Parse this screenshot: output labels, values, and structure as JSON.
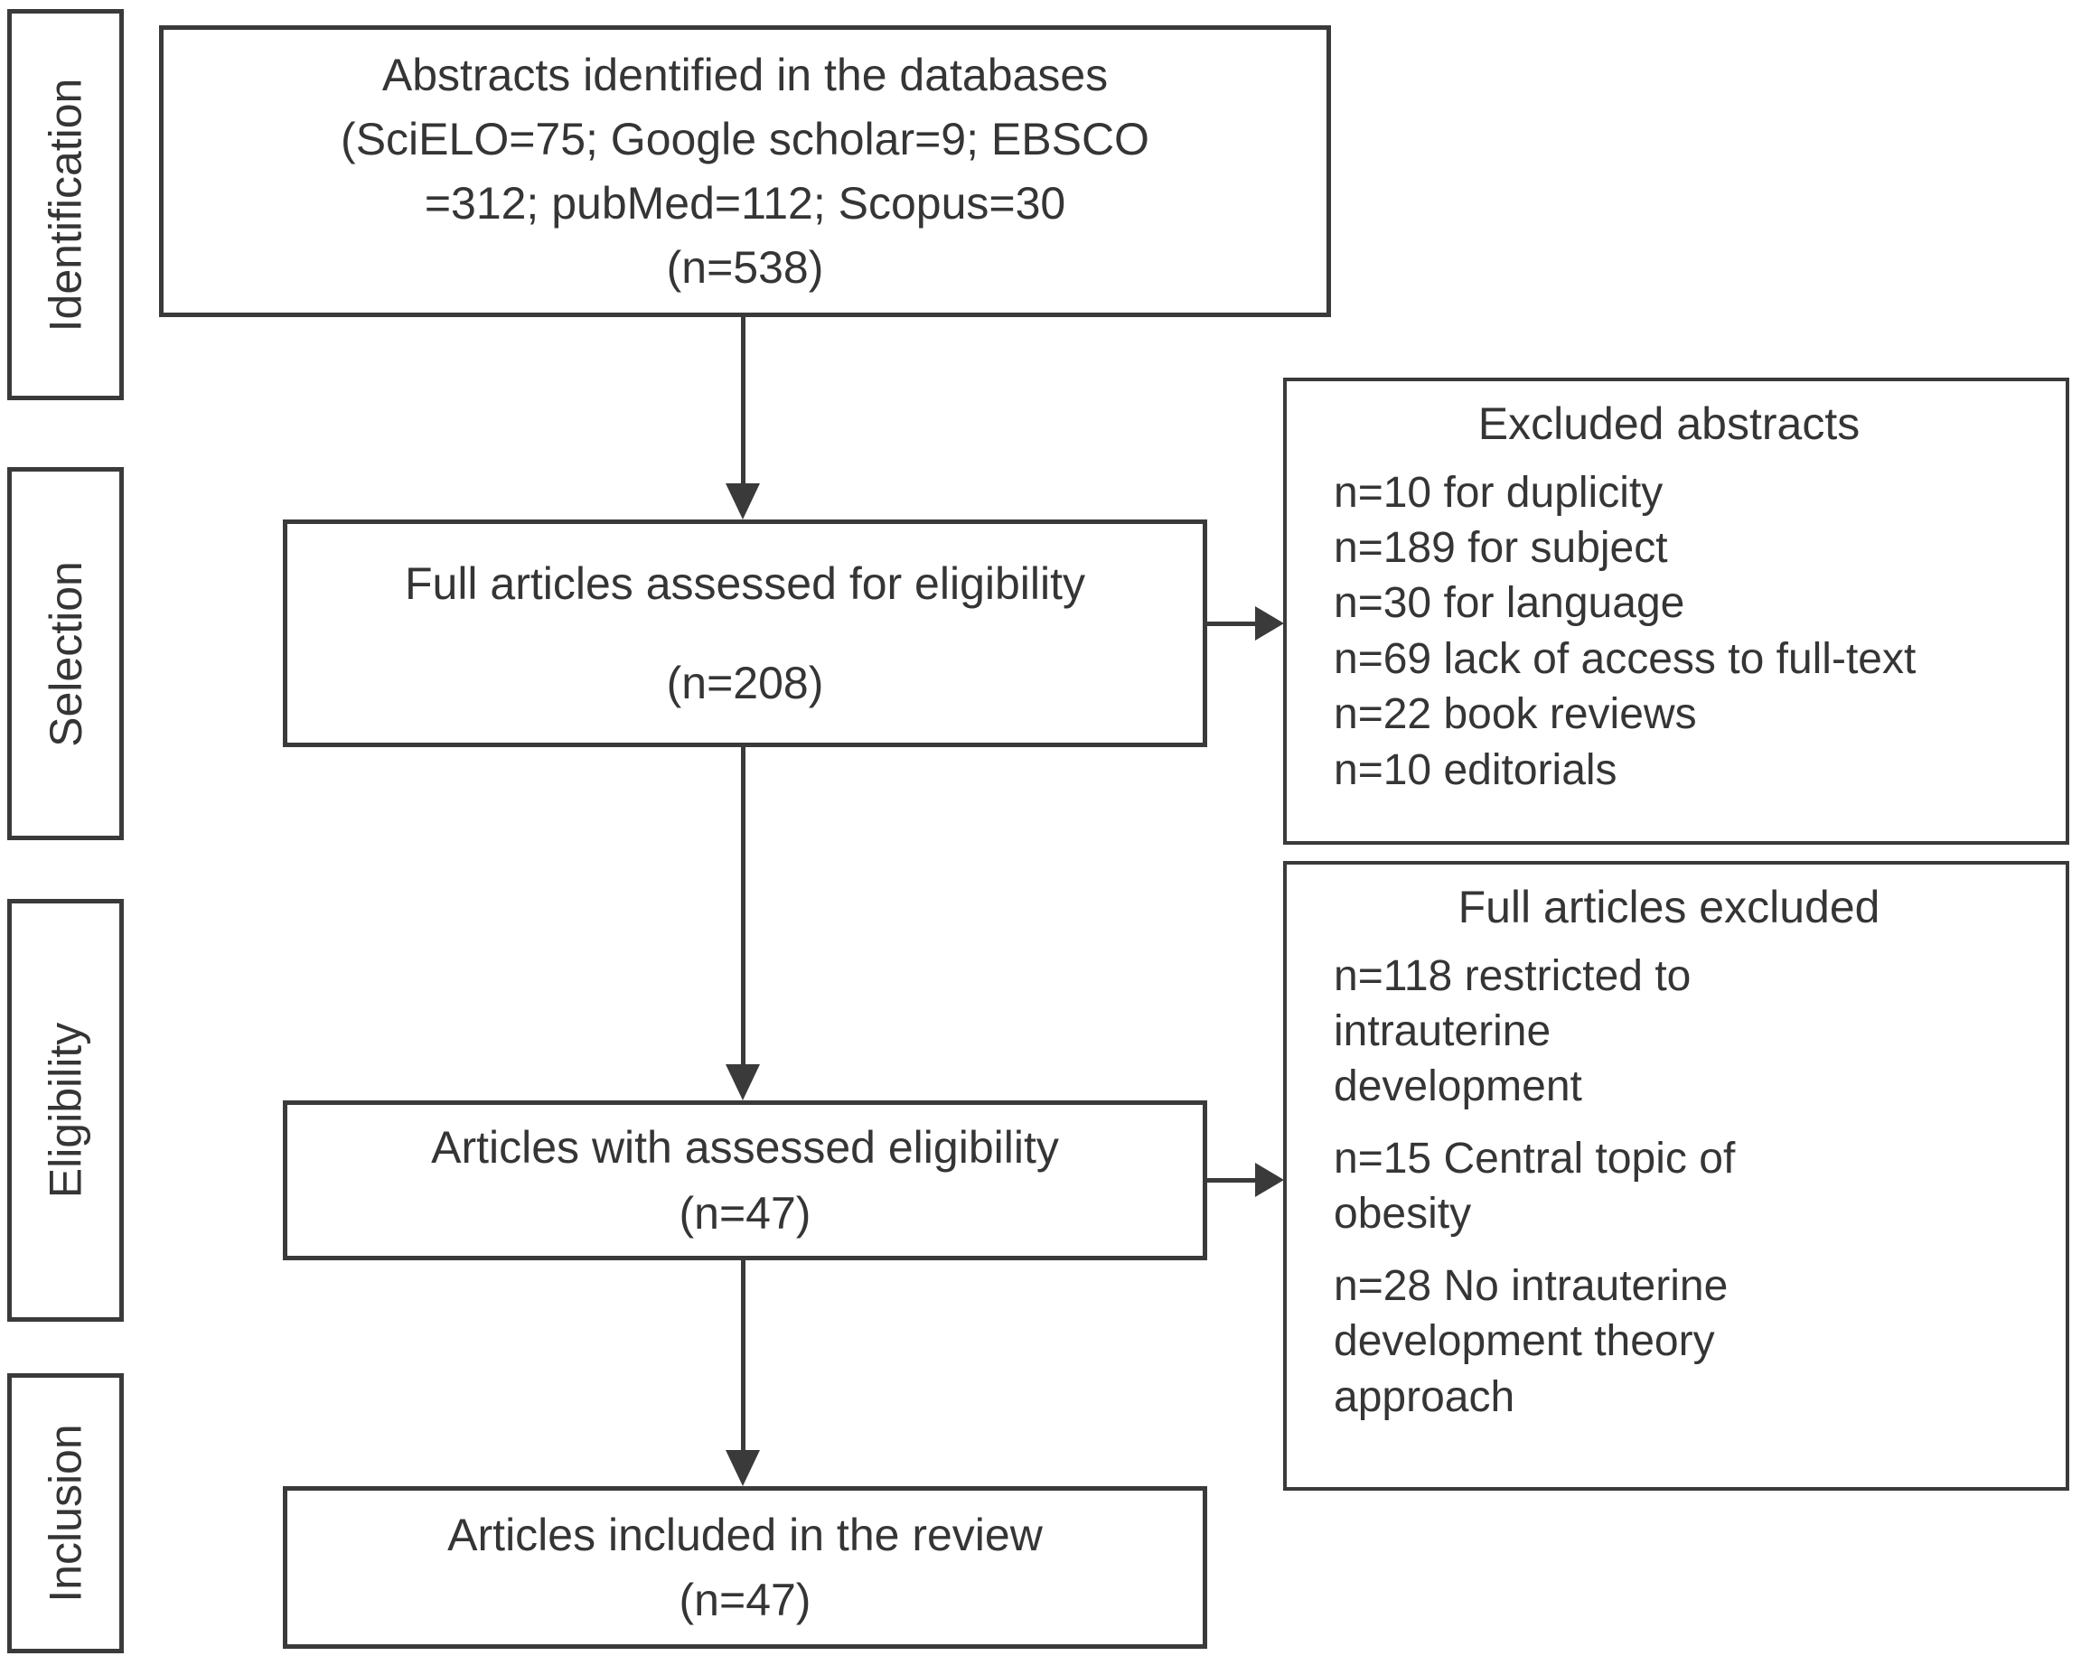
{
  "diagram": {
    "type": "prisma-flowchart",
    "colors": {
      "line": "#3a3a3a",
      "text": "#353535",
      "background": "#ffffff"
    },
    "stages": [
      {
        "label": "Identification"
      },
      {
        "label": "Selection"
      },
      {
        "label": "Eligibility"
      },
      {
        "label": "Inclusion"
      }
    ],
    "flow": {
      "identified": "Abstracts identified in the databases\n(SciELO=75; Google scholar=9; EBSCO\n=312; pubMed=112; Scopus=30\n(n=538)",
      "assessed": "Full articles assessed for eligibility\n(n=208)",
      "eligible": "Articles with assessed eligibility\n(n=47)",
      "included": "Articles included in the review\n(n=47)"
    },
    "exclusions": [
      {
        "title": "Excluded abstracts",
        "items": [
          "n=10 for duplicity",
          "n=189 for subject",
          "n=30 for language",
          "n=69 lack of access to full-text",
          "n=22 book reviews",
          "n=10 editorials"
        ]
      },
      {
        "title": "Full articles excluded",
        "items": [
          "n=118 restricted to\nintrauterine\ndevelopment",
          "n=15 Central topic of\nobesity",
          "n=28 No intrauterine\ndevelopment theory\napproach"
        ]
      }
    ]
  }
}
